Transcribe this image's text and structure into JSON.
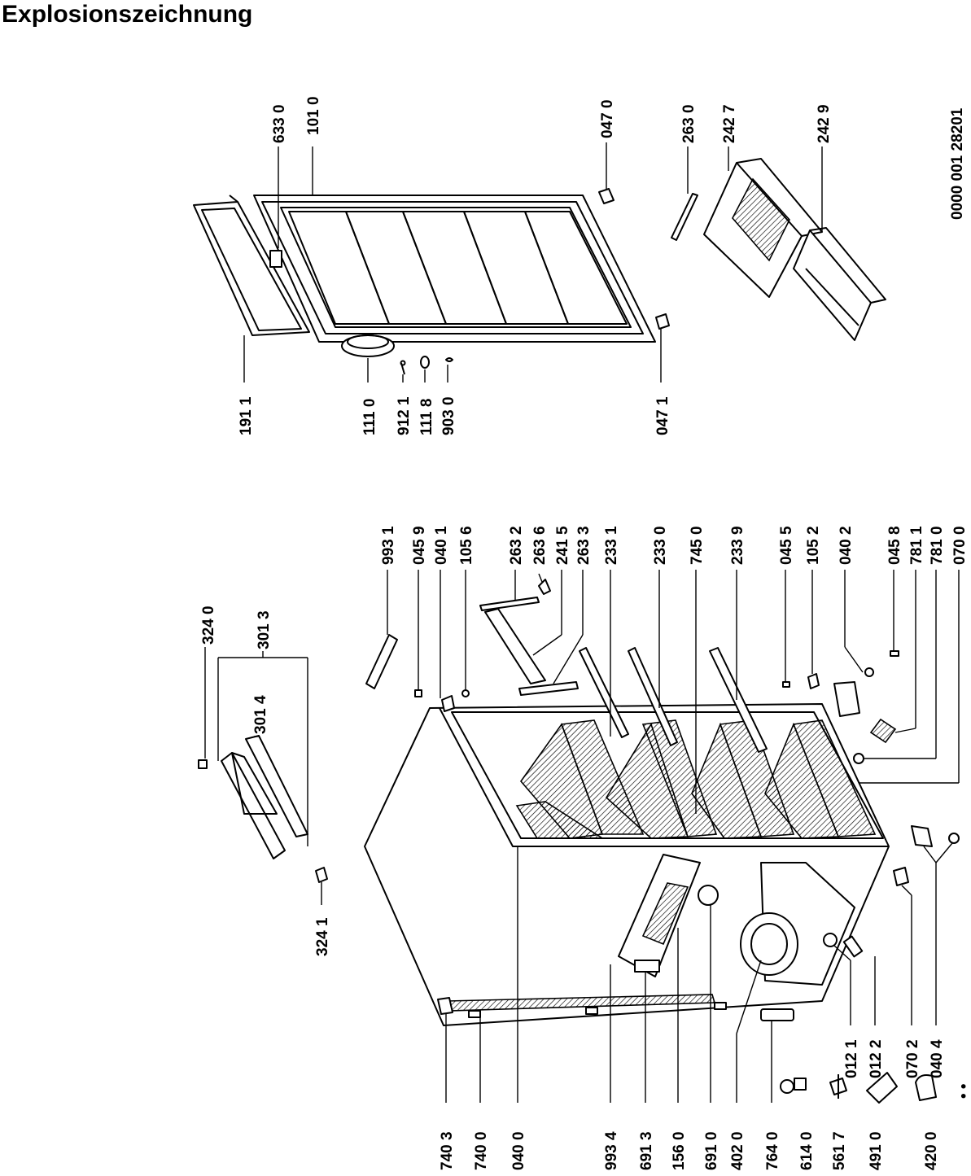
{
  "title": "Explosionszeichnung",
  "document_number": "0000 001 28201",
  "dots": "• •",
  "parts": {
    "p324_0": "324 0",
    "p301_3": "301 3",
    "p301_4": "301 4",
    "p324_1": "324 1",
    "p191_1": "191 1",
    "p633_0": "633 0",
    "p101_0": "101 0",
    "p111_0": "111 0",
    "p912_1": "912 1",
    "p111_8": "111 8",
    "p903_0": "903 0",
    "p047_0": "047 0",
    "p047_1": "047 1",
    "p263_0": "263 0",
    "p242_7": "242 7",
    "p242_9": "242 9",
    "p993_1": "993 1",
    "p045_9": "045 9",
    "p040_1": "040 1",
    "p105_6": "105 6",
    "p263_2": "263 2",
    "p263_6": "263 6",
    "p241_5": "241 5",
    "p263_3": "263 3",
    "p233_1": "233 1",
    "p233_0": "233 0",
    "p745_0": "745 0",
    "p233_9": "233 9",
    "p045_5": "045 5",
    "p105_2": "105 2",
    "p040_2": "040 2",
    "p045_8": "045 8",
    "p781_1": "781 1",
    "p781_0": "781 0",
    "p070_0": "070 0",
    "p740_3": "740 3",
    "p740_0": "740 0",
    "p040_0": "040 0",
    "p993_4": "993 4",
    "p691_3": "691 3",
    "p156_0": "156 0",
    "p691_0": "691 0",
    "p402_0": "402 0",
    "p764_0": "764 0",
    "p614_0": "614 0",
    "p561_7": "561 7",
    "p491_0": "491 0",
    "p420_0": "420 0",
    "p012_1": "012 1",
    "p012_2": "012 2",
    "p070_2": "070 2",
    "p040_4": "040 4"
  }
}
